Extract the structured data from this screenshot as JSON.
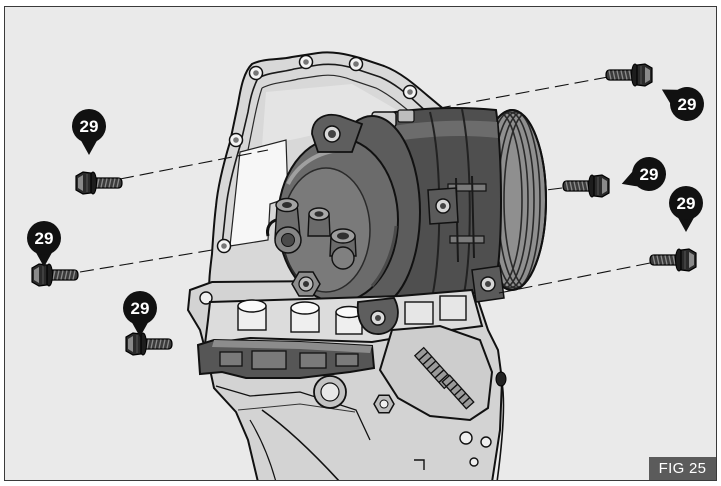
{
  "figure": {
    "label": "FIG 25"
  },
  "callouts": [
    {
      "label": "29",
      "icon": "callout-pin-icon"
    },
    {
      "label": "29",
      "icon": "callout-pin-icon"
    },
    {
      "label": "29",
      "icon": "callout-pin-icon"
    },
    {
      "label": "29",
      "icon": "callout-pin-icon"
    },
    {
      "label": "29",
      "icon": "callout-pin-icon"
    },
    {
      "label": "29",
      "icon": "callout-pin-icon"
    }
  ],
  "parts_icons": [
    "bolt-icon",
    "compressor-icon",
    "pulley-icon",
    "gasket-plate-icon",
    "mounting-bracket-icon"
  ],
  "colors": {
    "page_background": "#ffffff",
    "figure_background": "#eaeaea",
    "frame": "#3a3a3a",
    "callout_fill": "#111111",
    "callout_text": "#ffffff",
    "figure_label_background": "#5b5b5b",
    "figure_label_text": "#ffffff",
    "compressor_body": "#4f4f4f"
  }
}
